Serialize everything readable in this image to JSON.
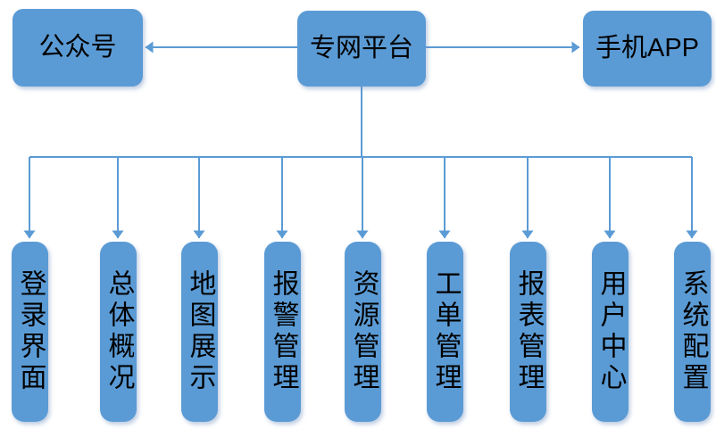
{
  "diagram": {
    "root": {
      "label": "专网平台"
    },
    "left_node": {
      "label": "公众号"
    },
    "right_node": {
      "label": "手机APP"
    },
    "children": [
      {
        "label": "登录界面"
      },
      {
        "label": "总体概况"
      },
      {
        "label": "地图展示"
      },
      {
        "label": "报警管理"
      },
      {
        "label": "资源管理"
      },
      {
        "label": "工单管理"
      },
      {
        "label": "报表管理"
      },
      {
        "label": "用户中心"
      },
      {
        "label": "系统配置"
      }
    ],
    "colors": {
      "node_fill": "#5B9BD5",
      "connector": "#5B9BD5",
      "text": "#000000"
    }
  }
}
